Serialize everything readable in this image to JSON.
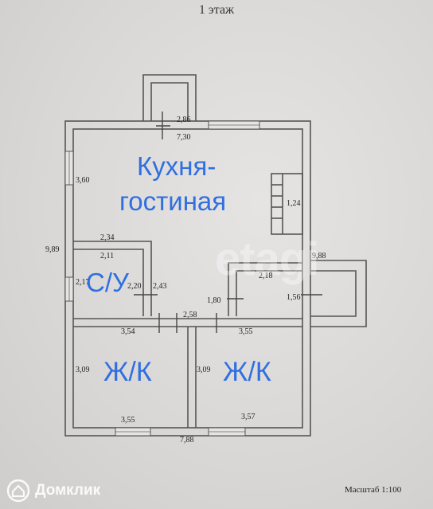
{
  "title": "1 этаж",
  "rooms": {
    "living": [
      "Кухня-",
      "гостиная"
    ],
    "bathroom": "С/У",
    "bedroom_left": "Ж/К",
    "bedroom_right": "Ж/К"
  },
  "dimensions": {
    "porch_top": "2,86",
    "top_wall": "7,30",
    "left_upper": "3,60",
    "stair": "1,24",
    "left_total": "9,89",
    "right_total": "9,88",
    "bath_top_outer": "2,34",
    "bath_top_inner": "2,11",
    "bath_side": "2,17",
    "bath_inner": "2,20",
    "bath_right": "2,43",
    "hall_right_top": "2,18",
    "hall_right_inner": "1,80",
    "porch_right": "1,56",
    "corridor_mid": "2,58",
    "left_room_top": "3,54",
    "right_room_top": "3,55",
    "left_room_side": "3,09",
    "right_room_side": "3,09",
    "left_room_bottom": "3,55",
    "right_room_bottom": "3,57",
    "bottom_total": "7,88"
  },
  "watermark": "etagi",
  "logo": "Домклик",
  "scale": "Масштаб 1:100"
}
